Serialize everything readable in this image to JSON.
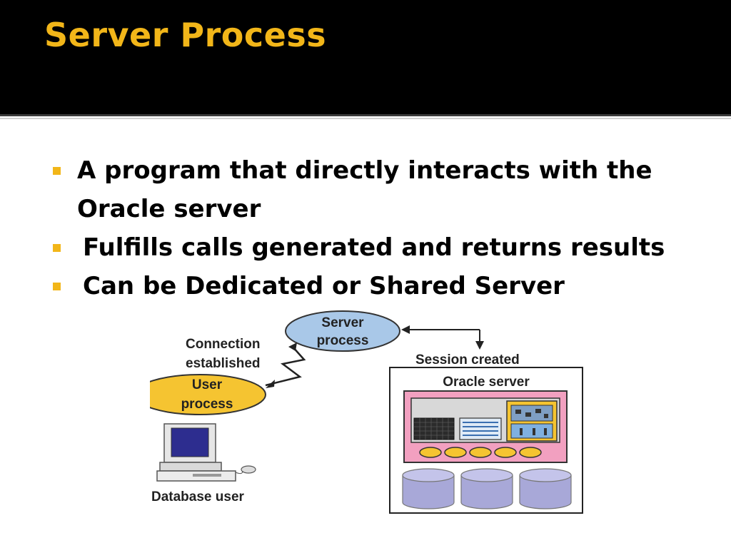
{
  "slide": {
    "title": "Server Process",
    "bullets": [
      "A program that directly interacts with the Oracle server",
      "Fulfills calls generated and returns results",
      "Can be Dedicated or Shared Server"
    ]
  },
  "diagram": {
    "server_process_line1": "Server",
    "server_process_line2": "process",
    "connection_line1": "Connection",
    "connection_line2": "established",
    "user_process_line1": "User",
    "user_process_line2": "process",
    "session_created": "Session created",
    "oracle_server": "Oracle server",
    "database_user": "Database user"
  },
  "colors": {
    "title": "#f2b619",
    "bullet_marker": "#f2b619",
    "server_process_fill": "#a9c8e8",
    "user_process_fill": "#f5c431",
    "sga_fill": "#f2a0c0",
    "db_fill": "#a8a8d8"
  }
}
